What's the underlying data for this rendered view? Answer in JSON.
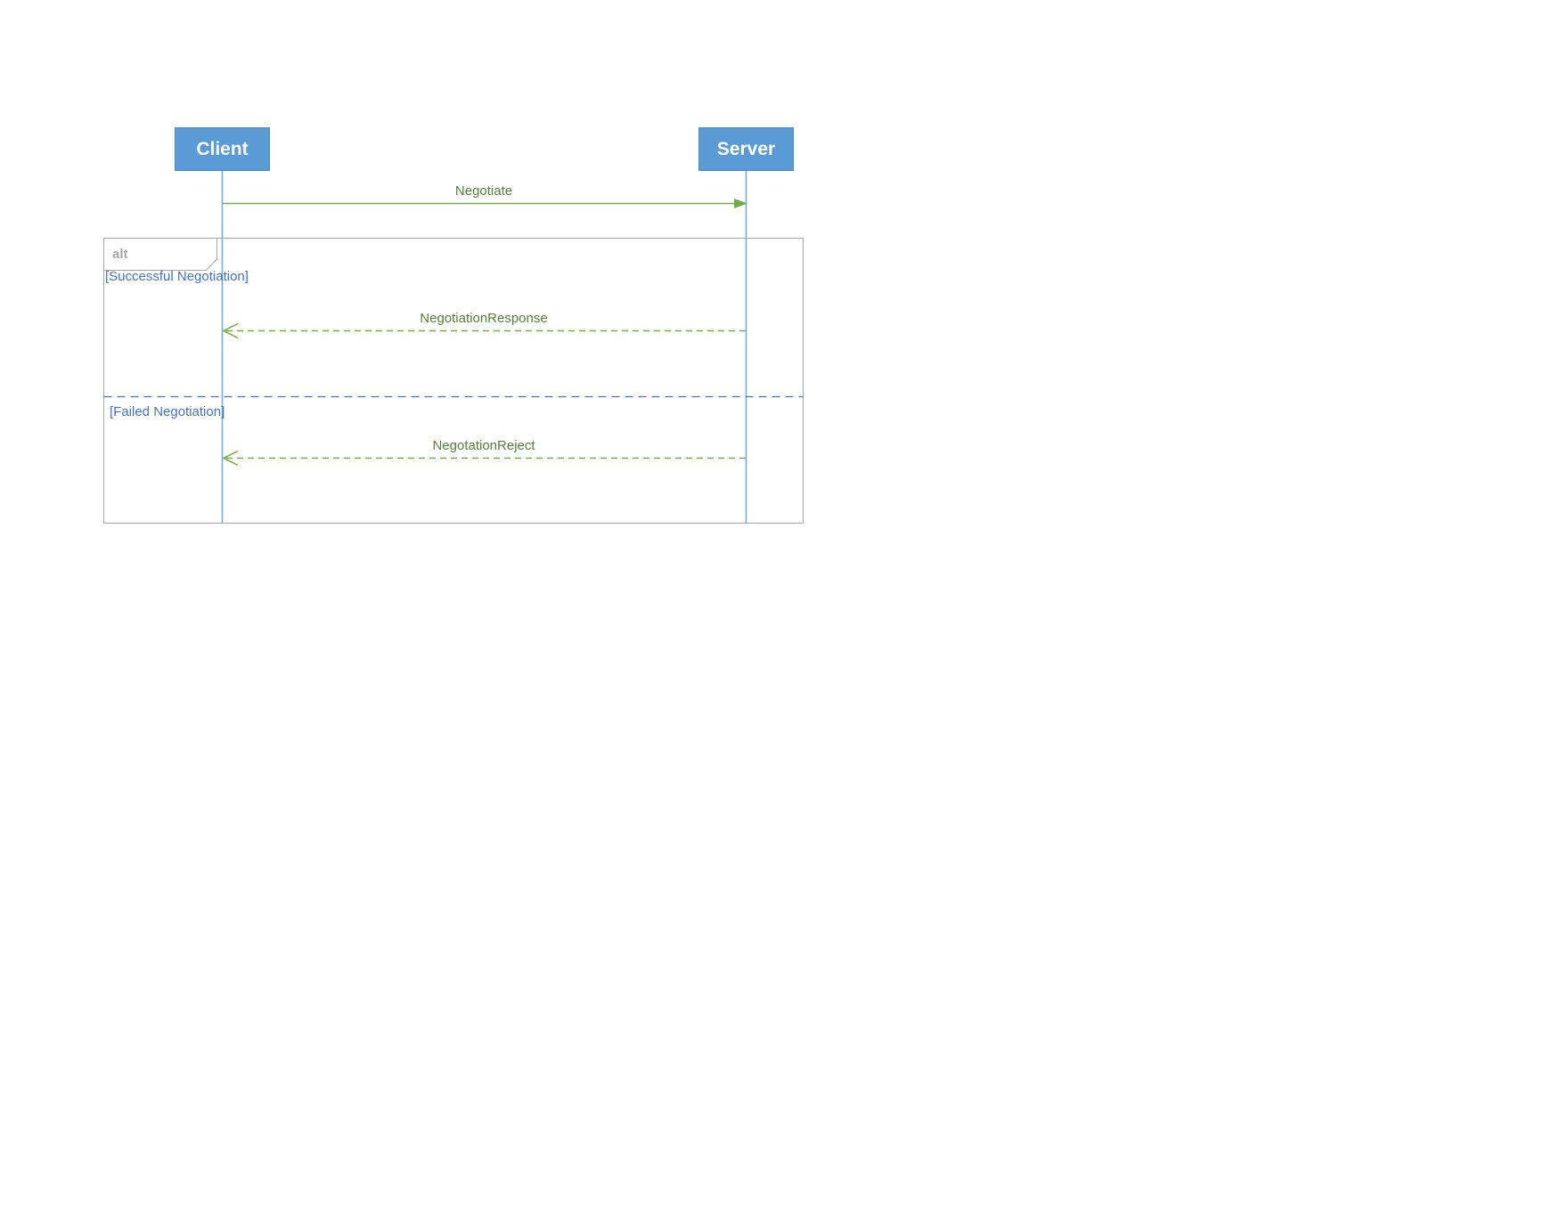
{
  "diagram": {
    "type": "sequence",
    "actors": [
      {
        "id": "client",
        "label": "Client"
      },
      {
        "id": "server",
        "label": "Server"
      }
    ],
    "messages": [
      {
        "id": "negotiate",
        "label": "Negotiate",
        "from": "client",
        "to": "server",
        "line": "solid",
        "arrowhead": "filled"
      },
      {
        "id": "negotiation-response",
        "label": "NegotiationResponse",
        "from": "server",
        "to": "client",
        "line": "dashed",
        "arrowhead": "open"
      },
      {
        "id": "negotation-reject",
        "label": "NegotationReject",
        "from": "server",
        "to": "client",
        "line": "dashed",
        "arrowhead": "open"
      }
    ],
    "fragment": {
      "operator": "alt",
      "guards": [
        {
          "label": "[Successful Negotiation]"
        },
        {
          "label": "[Failed Negotiation]"
        }
      ]
    },
    "colors": {
      "actor_fill": "#5B9BD5",
      "actor_text": "#FFFFFF",
      "lifeline": "#6FA8DC",
      "message_green": "#70AD47",
      "message_text": "#538135",
      "guard_text": "#4472C4",
      "divider_blue": "#4472C4",
      "frame_border": "#A6A6A6",
      "operator_text": "#A6A6A6"
    }
  }
}
